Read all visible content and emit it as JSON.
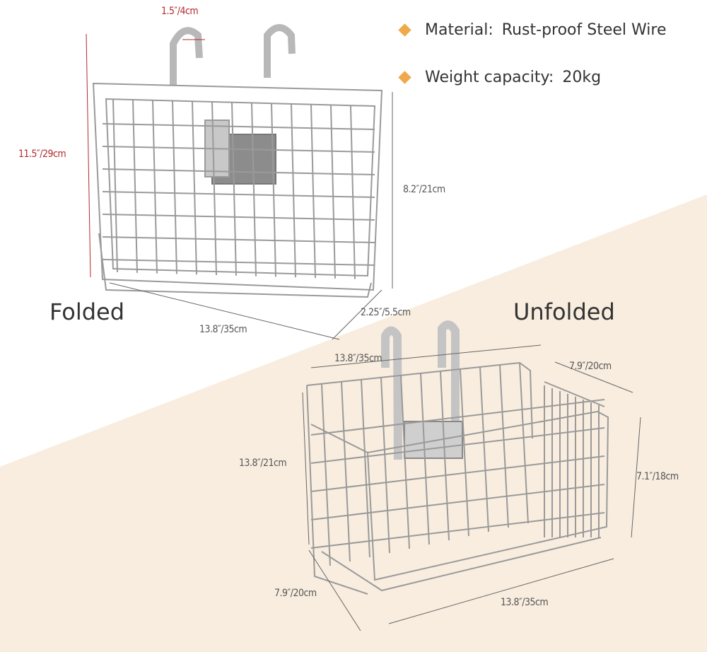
{
  "features": [
    {
      "icon": "diamond-bullet-icon",
      "label": "Material:",
      "value": "Rust-proof Steel Wire"
    },
    {
      "icon": "diamond-bullet-icon",
      "label": "Weight capacity:",
      "value": "20kg"
    }
  ],
  "folded": {
    "title": "Folded",
    "dims": {
      "hook_width": "1.5″/4cm",
      "total_height": "11.5″/29cm",
      "basket_height": "8.2″/21cm",
      "width": "13.8″/35cm",
      "depth": "2.25″/5.5cm"
    }
  },
  "unfolded": {
    "title": "Unfolded",
    "dims": {
      "top_width": "13.8″/35cm",
      "top_depth": "7.9″/20cm",
      "front_height": "13.8″/21cm",
      "side_height": "7.1″/18cm",
      "bottom_depth": "7.9″/20cm",
      "bottom_width": "13.8″/35cm"
    }
  },
  "colors": {
    "accent": "#f0a94a",
    "background_band": "#f8eddf",
    "red_dims": "#b3282d"
  }
}
